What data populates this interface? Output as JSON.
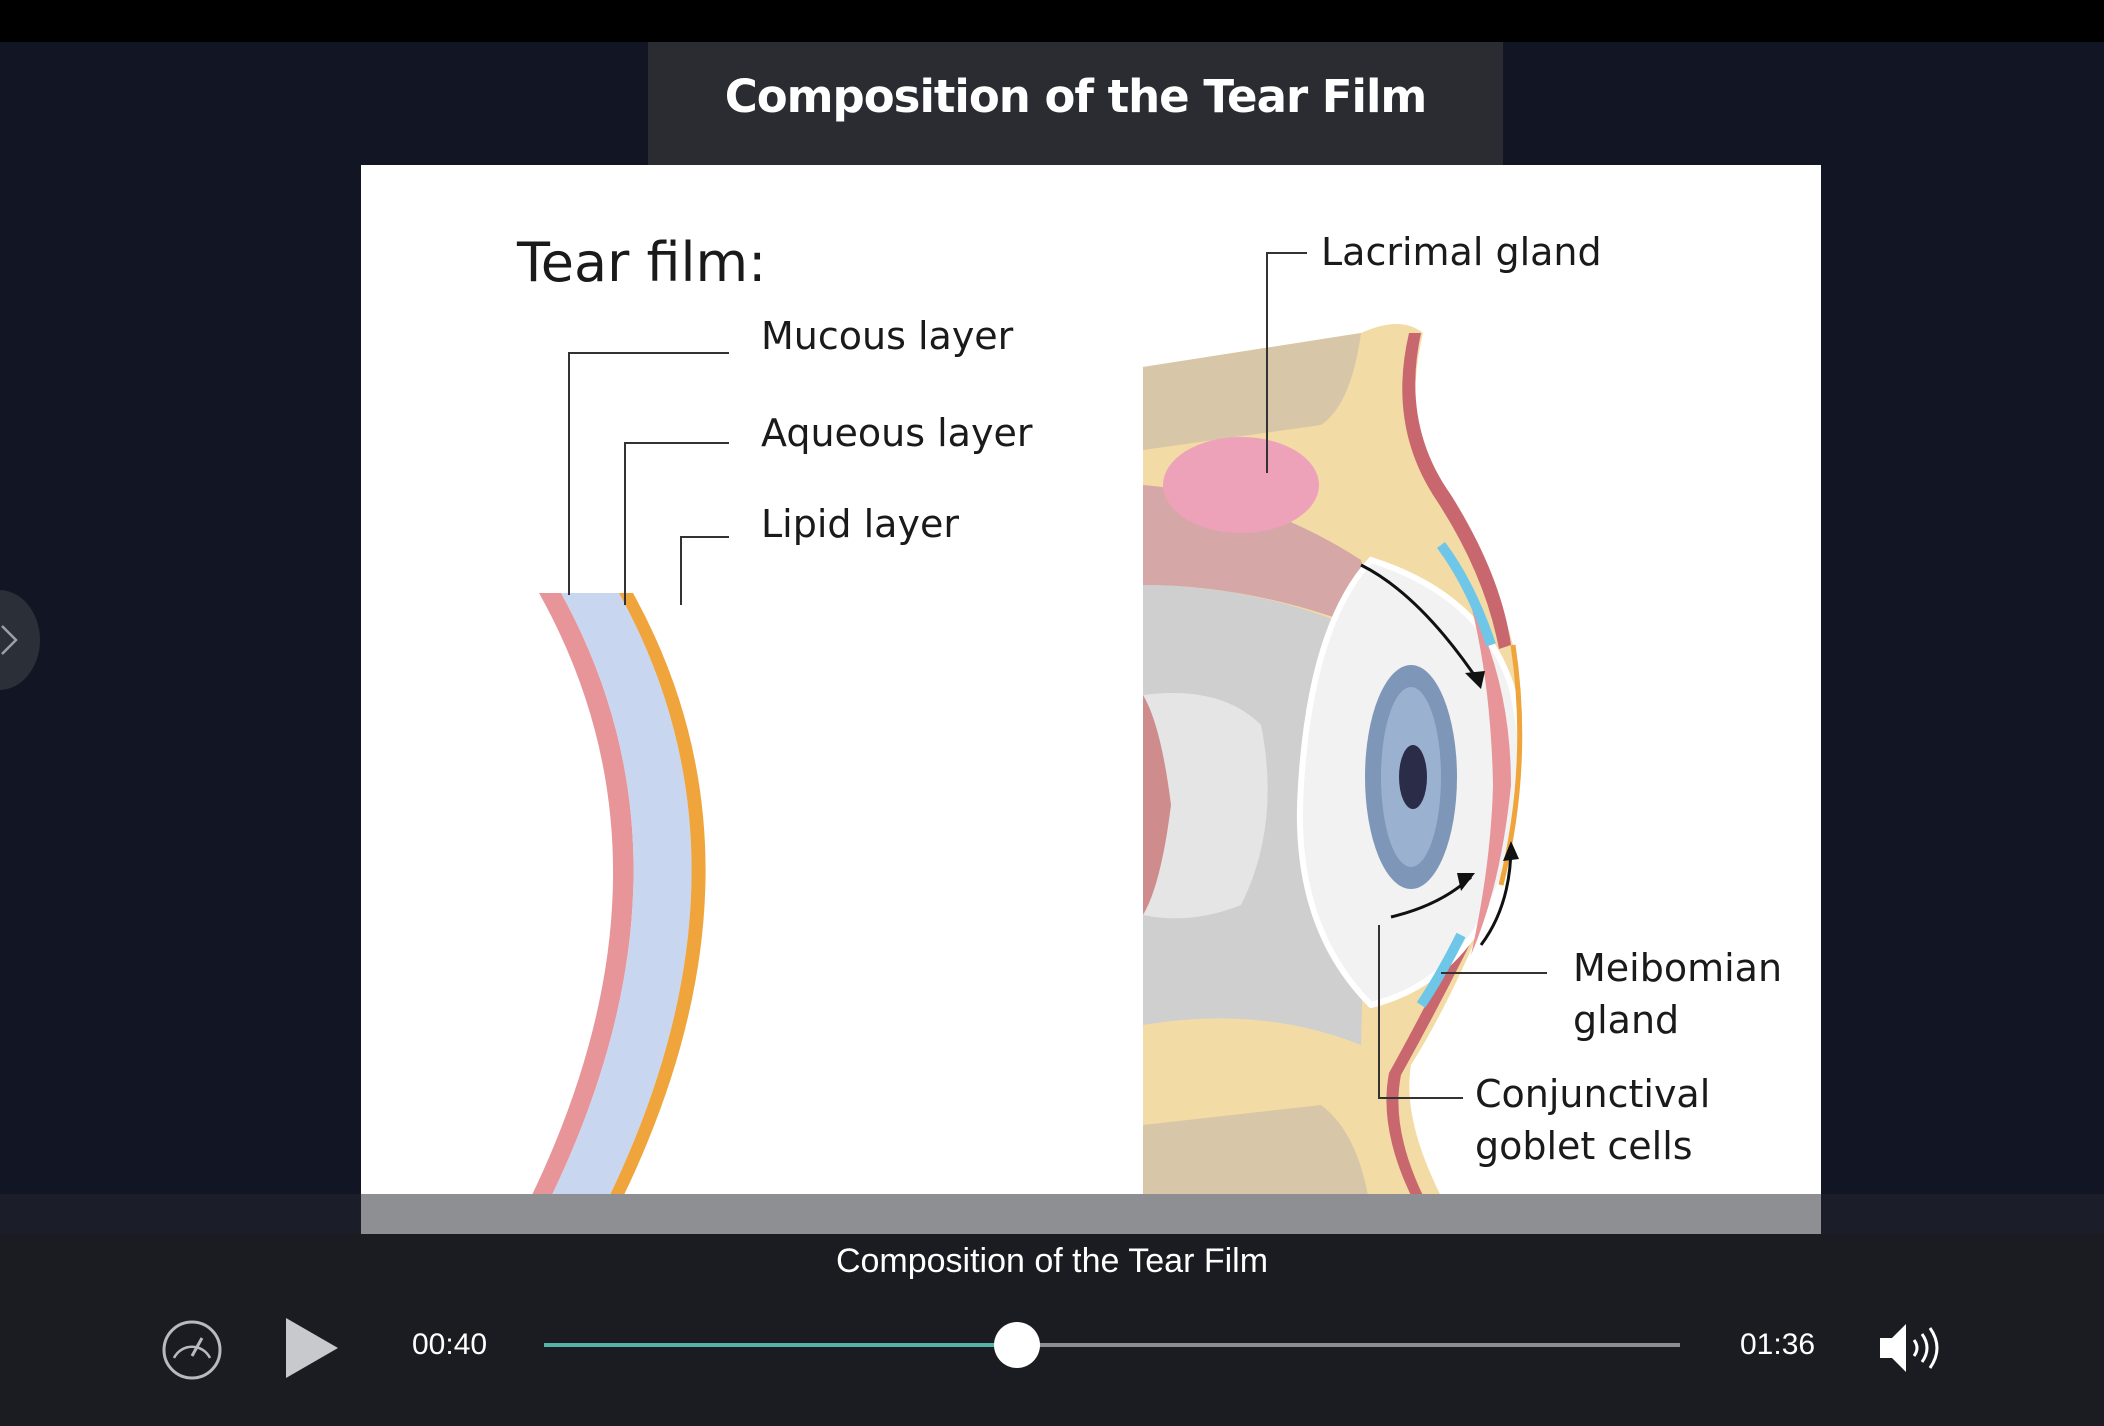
{
  "slide": {
    "title": "Composition of the Tear Film"
  },
  "diagram": {
    "heading": "Tear film:",
    "labels": {
      "mucous": "Mucous layer",
      "aqueous": "Aqueous layer",
      "lipid": "Lipid layer",
      "lacrimal": "Lacrimal gland",
      "meibomian_1": "Meibomian",
      "meibomian_2": "gland",
      "goblet_1": "Conjunctival",
      "goblet_2": "goblet cells"
    }
  },
  "player": {
    "caption": "Composition of the Tear Film",
    "current_time": "00:40",
    "total_time": "01:36",
    "progress": 0.4167,
    "icons": {
      "speed": "speedometer-icon",
      "play": "play-icon",
      "volume": "volume-icon",
      "side_panel": "chevron-right-icon"
    }
  },
  "colors": {
    "mucous": "#e8959a",
    "aqueous": "#c9d6ef",
    "lipid": "#f0a43c",
    "seek_fill": "#55b3a8"
  }
}
